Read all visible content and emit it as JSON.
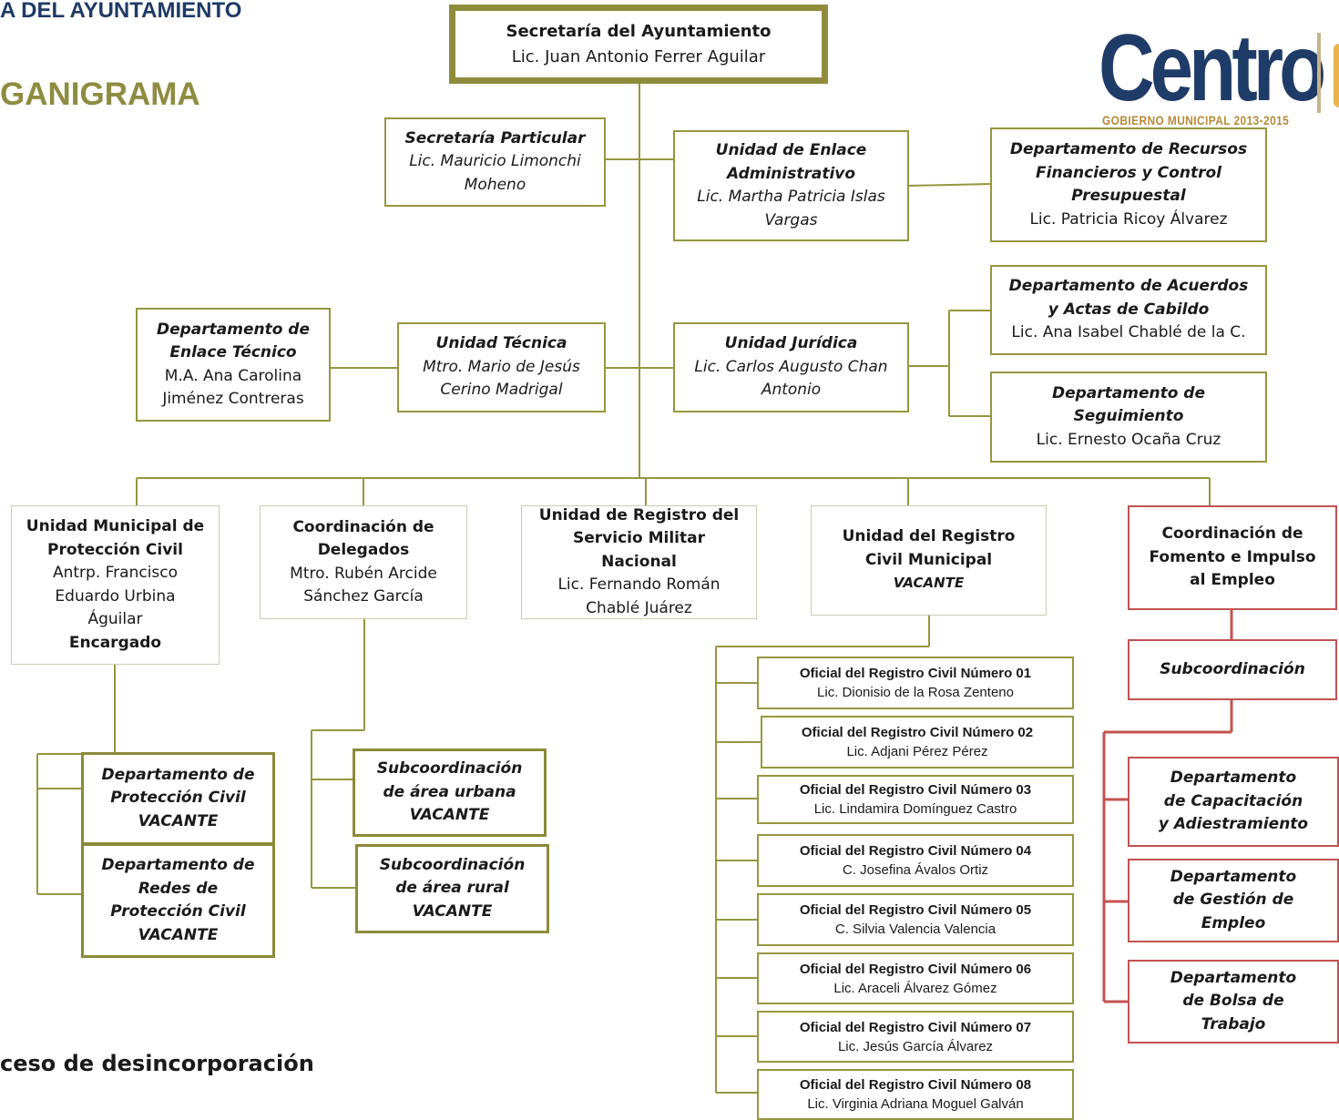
{
  "header": {
    "department": "A DEL AYUNTAMIENTO",
    "title": "GANIGRAMA",
    "footer_note": "ceso de desincorporación"
  },
  "logo": {
    "wordmark": "Centro",
    "tagline": "GOBIERNO MUNICIPAL 2013-2015"
  },
  "colors": {
    "olive": "#97963f",
    "red": "#c35250",
    "navy": "#1f3c68"
  },
  "org": {
    "secretaria": {
      "title": "Secretaría del Ayuntamiento",
      "name": "Lic. Juan Antonio Ferrer Aguilar"
    },
    "particular": {
      "title": "Secretaría Particular",
      "name": "Lic. Mauricio Limonchi Moheno"
    },
    "enlace_admin": {
      "title": "Unidad de Enlace Administrativo",
      "name": "Lic. Martha Patricia Islas Vargas"
    },
    "recursos": {
      "title": "Departamento de Recursos Financieros y Control Presupuestal",
      "name": "Lic. Patricia Ricoy Álvarez"
    },
    "enlace_tecnico": {
      "title": "Departamento de Enlace Técnico",
      "name": "M.A. Ana Carolina Jiménez Contreras"
    },
    "tecnica": {
      "title": "Unidad Técnica",
      "name": "Mtro. Mario de Jesús Cerino Madrigal"
    },
    "juridica": {
      "title": "Unidad Jurídica",
      "name": "Lic. Carlos Augusto Chan Antonio"
    },
    "acuerdos": {
      "title": "Departamento de Acuerdos y Actas de Cabildo",
      "name": "Lic. Ana Isabel Chablé de la C."
    },
    "seguimiento": {
      "title": "Departamento de Seguimiento",
      "name": "Lic. Ernesto Ocaña Cruz"
    },
    "proteccion": {
      "title": "Unidad Municipal de Protección Civil",
      "name": "Antrp. Francisco Eduardo Urbina Águilar",
      "role": "Encargado"
    },
    "delegados": {
      "title": "Coordinación de Delegados",
      "name": "Mtro. Rubén Arcide Sánchez García"
    },
    "militar": {
      "title": "Unidad de Registro del Servicio Militar Nacional",
      "name": "Lic. Fernando Román Chablé Juárez"
    },
    "civil": {
      "title": "Unidad del Registro Civil Municipal",
      "name": "VACANTE"
    },
    "fomento": {
      "title": "Coordinación de Fomento e Impulso al Empleo"
    },
    "subcoord": {
      "title": "Subcoordinación"
    },
    "dep_proteccion": {
      "title": "Departamento de Protección Civil",
      "name": "VACANTE"
    },
    "dep_redes": {
      "title": "Departamento de Redes de Protección Civil",
      "name": "VACANTE"
    },
    "sub_urbana": {
      "title": "Subcoordinación de área urbana",
      "name": "VACANTE"
    },
    "sub_rural": {
      "title": "Subcoordinación de área rural",
      "name": "VACANTE"
    },
    "capacitacion": {
      "title": "Departamento de Capacitación y Adiestramiento"
    },
    "gestion": {
      "title": "Departamento de Gestión de Empleo"
    },
    "bolsa": {
      "title": "Departamento de Bolsa de Trabajo"
    },
    "oficiales": [
      {
        "title": "Oficial del Registro Civil Número 01",
        "name": "Lic. Dionisio de la Rosa Zenteno"
      },
      {
        "title": "Oficial del Registro Civil Número 02",
        "name": "Lic. Adjani Pérez Pérez"
      },
      {
        "title": "Oficial del Registro Civil Número 03",
        "name": "Lic. Lindamira Domínguez Castro"
      },
      {
        "title": "Oficial del Registro Civil Número 04",
        "name": "C. Josefina Ávalos Ortiz"
      },
      {
        "title": "Oficial del Registro Civil Número 05",
        "name": "C. Silvia Valencia Valencia"
      },
      {
        "title": "Oficial del Registro Civil Número 06",
        "name": "Lic. Araceli Álvarez Gómez"
      },
      {
        "title": "Oficial del Registro Civil Número 07",
        "name": "Lic. Jesús García Álvarez"
      },
      {
        "title": "Oficial del Registro Civil Número 08",
        "name": "Lic. Virginia Adriana Moguel Galván"
      }
    ]
  }
}
